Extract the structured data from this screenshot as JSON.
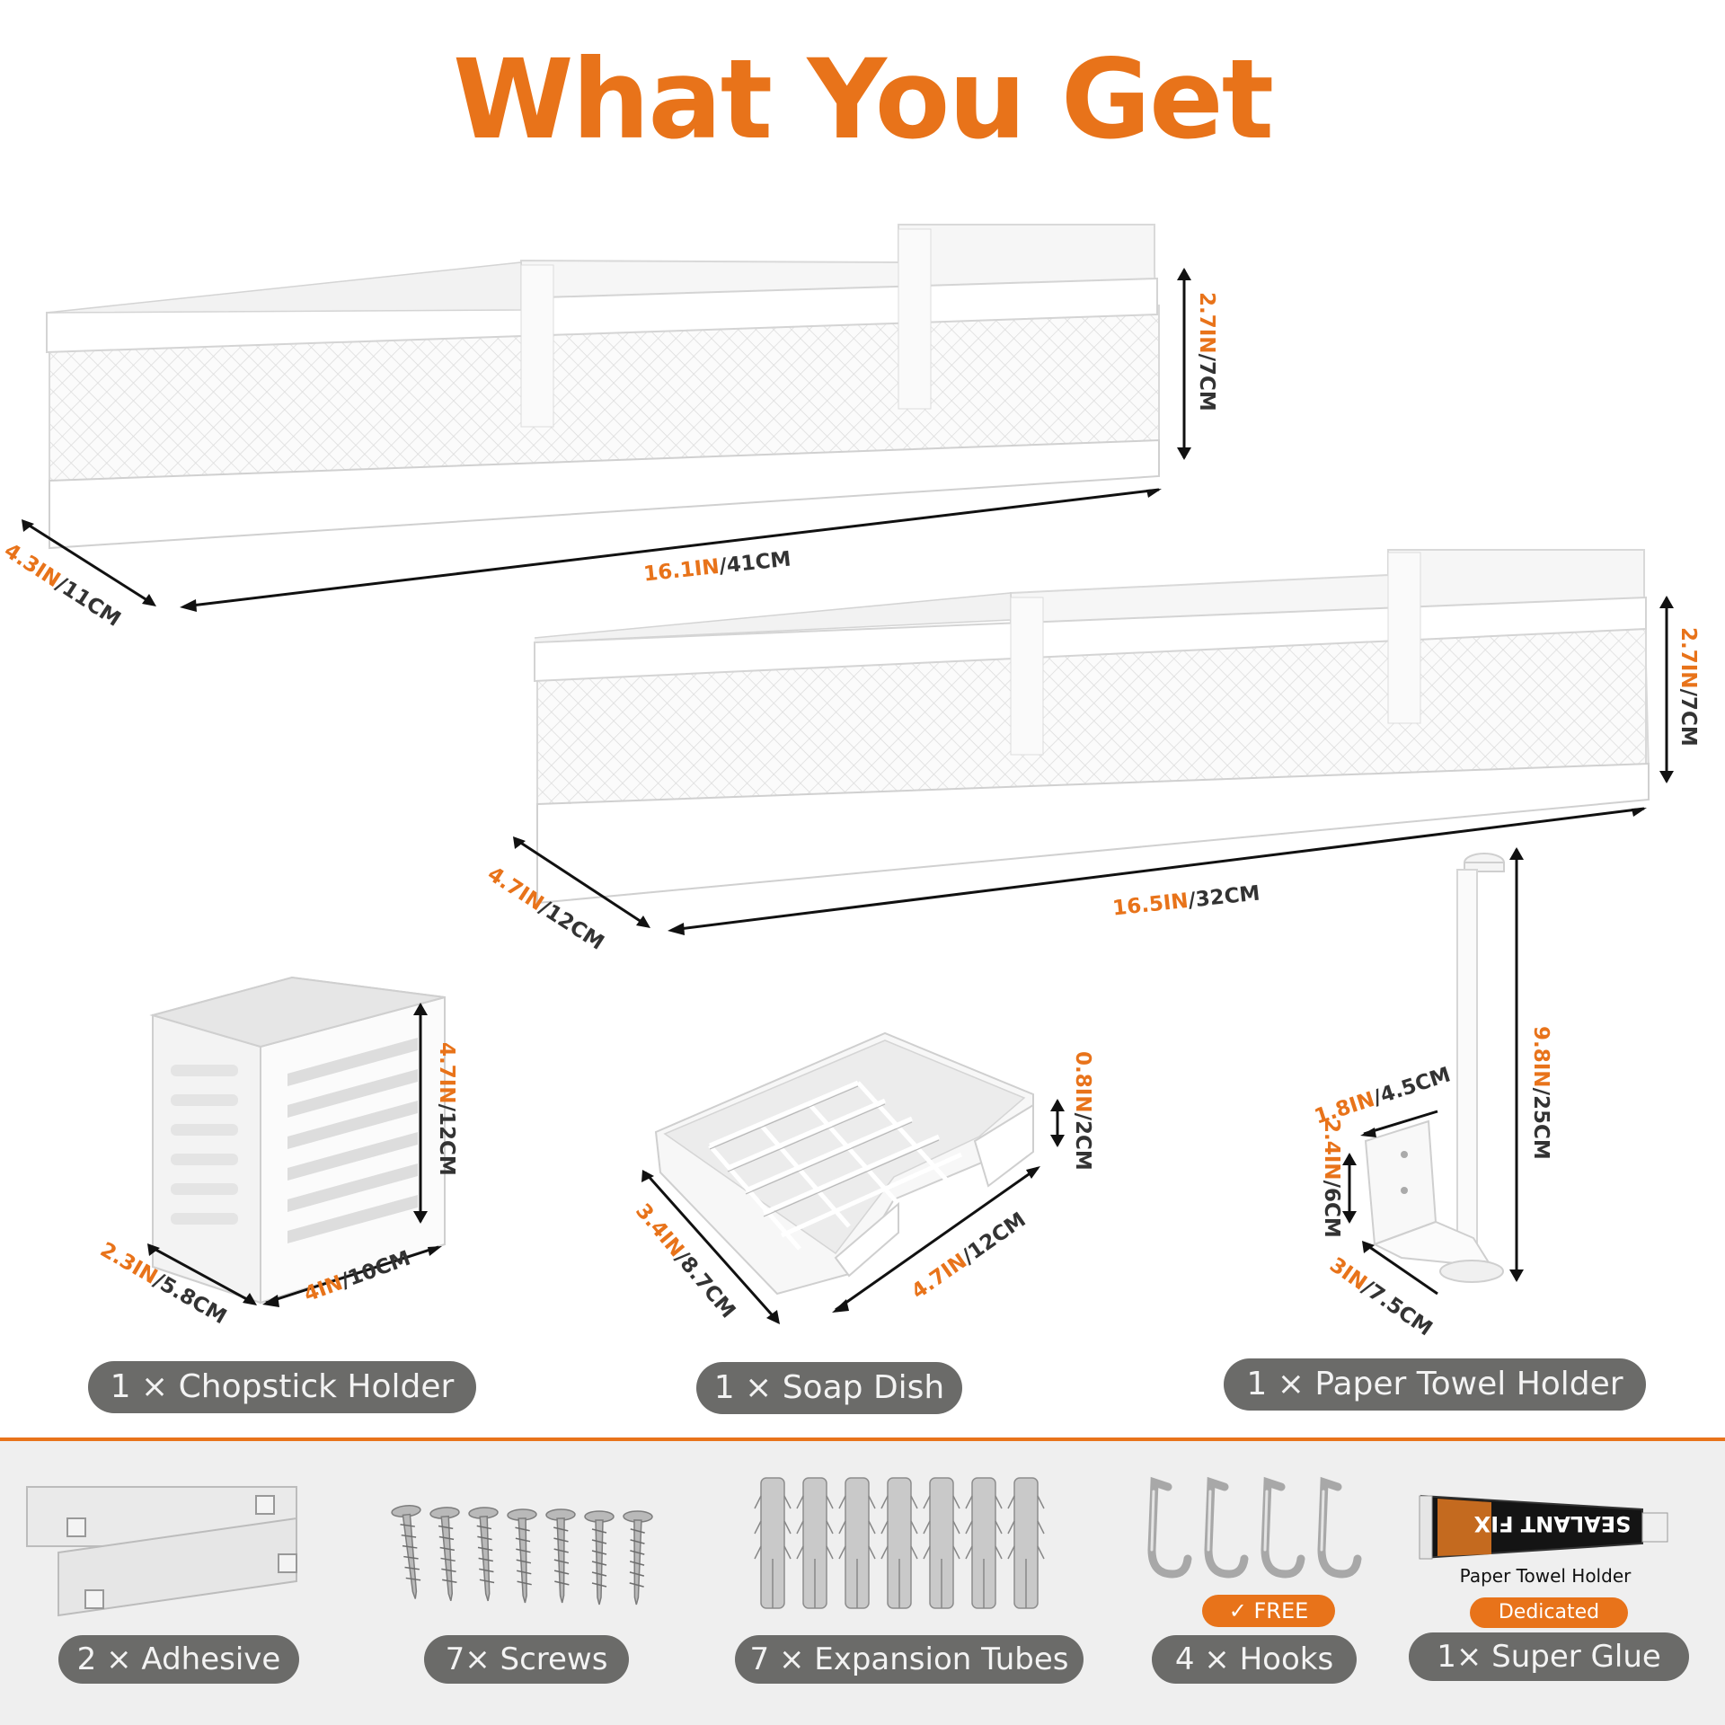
{
  "title": "What You Get",
  "colors": {
    "accent": "#e8731a",
    "pill": "#6b6b69",
    "band": "#efefef"
  },
  "shelf_large": {
    "height_in": "2.7IN",
    "height_cm": "/7CM",
    "depth_in": "4.3IN",
    "depth_cm": "/11CM",
    "width_in": "16.1IN",
    "width_cm": "/41CM"
  },
  "shelf_small": {
    "height_in": "2.7IN",
    "height_cm": "/7CM",
    "depth_in": "4.7IN",
    "depth_cm": "/12CM",
    "width_in": "16.5IN",
    "width_cm": "/32CM"
  },
  "chopstick": {
    "height_in": "4.7IN",
    "height_cm": "/12CM",
    "depth_in": "2.3IN",
    "depth_cm": "/5.8CM",
    "width_in": "4IN",
    "width_cm": "/10CM",
    "label": "1 × Chopstick Holder"
  },
  "soap": {
    "height_in": "0.8IN",
    "height_cm": "/2CM",
    "depth_in": "3.4IN",
    "depth_cm": "/8.7CM",
    "width_in": "4.7IN",
    "width_cm": "/12CM",
    "label": "1 × Soap Dish"
  },
  "towel": {
    "height_in": "9.8IN",
    "height_cm": "/25CM",
    "base_w_in": "1.8IN",
    "base_w_cm": "/4.5CM",
    "base_h_in": "2.4IN",
    "base_h_cm": "/6CM",
    "depth_in": "3IN",
    "depth_cm": "/7.5CM",
    "label": "1 × Paper Towel Holder"
  },
  "accessories": {
    "adhesive": "2 × Adhesive",
    "screws": "7× Screws",
    "tubes": "7 × Expansion Tubes",
    "hooks": "4 × Hooks",
    "glue": "1× Super Glue",
    "free_badge": "✓ FREE",
    "tube_brand": "SEALANT FIX",
    "glue_caption": "Paper Towel Holder",
    "dedicated_badge": "Dedicated"
  }
}
